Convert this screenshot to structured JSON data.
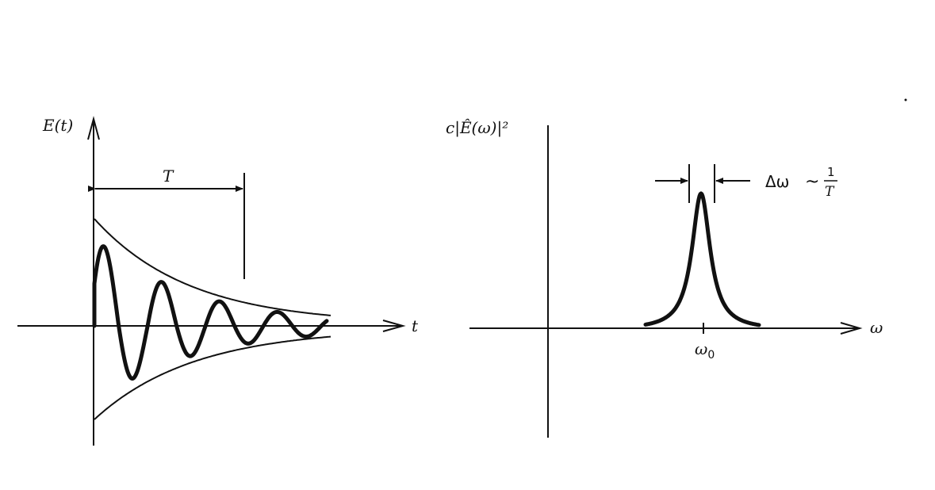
{
  "left_panel": {
    "y_axis_label": "E(t)",
    "x_axis_label": "t",
    "interval_label": "T"
  },
  "right_panel": {
    "y_axis_label": "c|Ê(ω)|²",
    "x_axis_label": "ω",
    "peak_tick_label": "ω",
    "peak_tick_subscript": "0",
    "width_label": "Δω",
    "width_relation": "~",
    "width_fraction_numerator": "1",
    "width_fraction_denominator": "T"
  }
}
